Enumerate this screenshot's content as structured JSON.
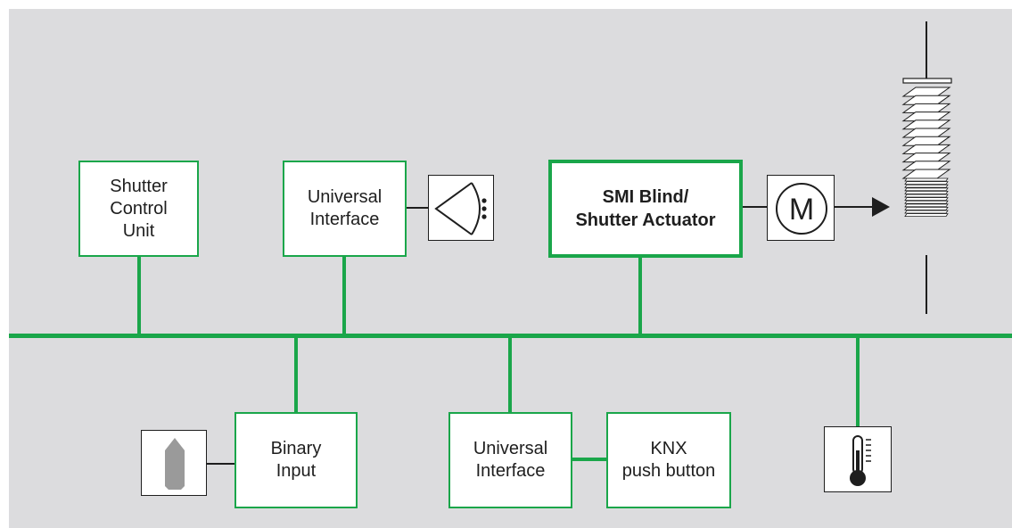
{
  "diagram": {
    "nodes": [
      {
        "id": "shutter-control-unit",
        "label": "Shutter\nControl\nUnit"
      },
      {
        "id": "universal-interface-top",
        "label": "Universal\nInterface"
      },
      {
        "id": "smi-actuator",
        "label": "SMI Blind/\nShutter Actuator"
      },
      {
        "id": "binary-input",
        "label": "Binary\nInput"
      },
      {
        "id": "universal-interface-bottom",
        "label": "Universal\nInterface"
      },
      {
        "id": "knx-push-button",
        "label": "KNX\npush button"
      }
    ],
    "motor_symbol": "M",
    "colors": {
      "bus": "#1aa64a",
      "background": "#dcdcde",
      "outline": "#1e1e1e",
      "contact": "#9a9a9a"
    },
    "icons": [
      "sensor-icon",
      "motor-icon",
      "arrow-icon",
      "blind-icon",
      "contact-icon",
      "thermometer-icon"
    ]
  }
}
